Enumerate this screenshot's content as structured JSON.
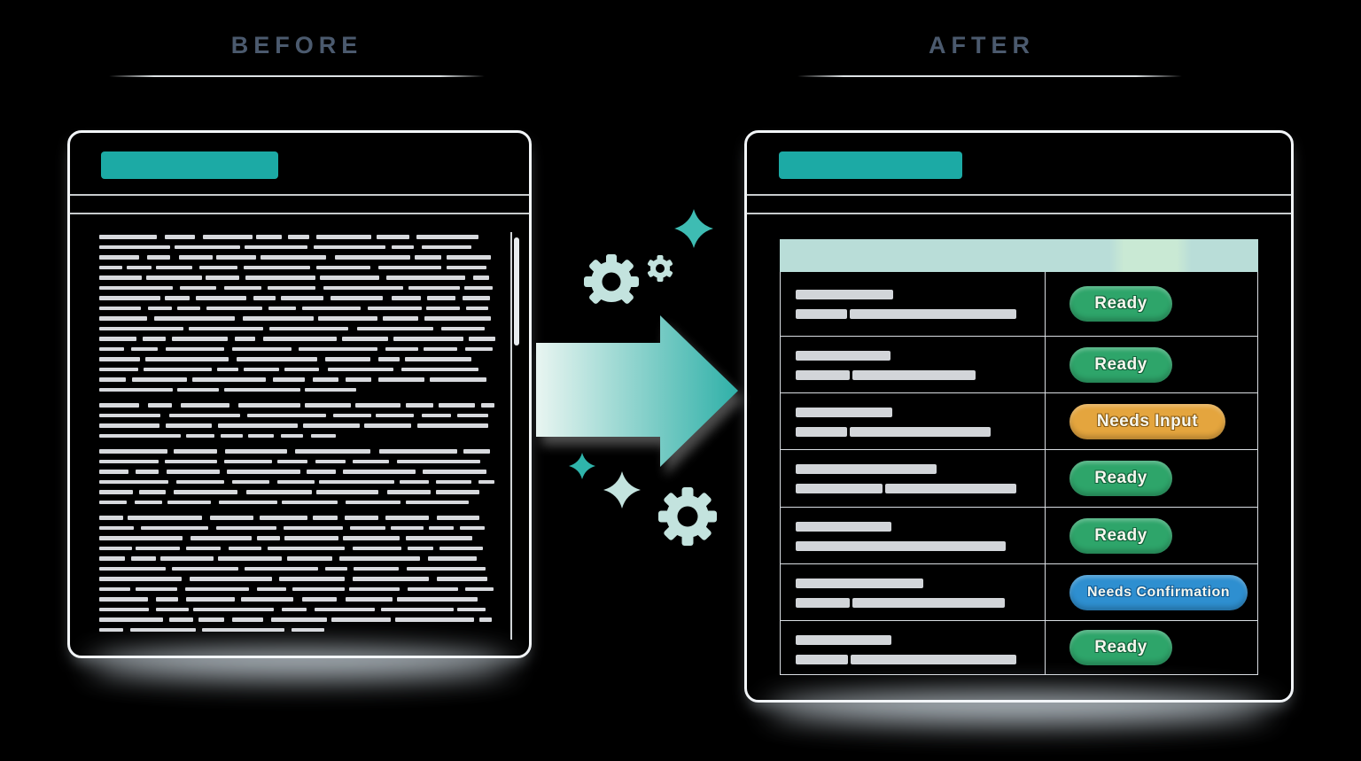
{
  "sections": {
    "before": {
      "title": "BEFORE"
    },
    "after": {
      "title": "AFTER"
    }
  },
  "colors": {
    "vars": {
      "heading": "#4b5a6e",
      "teal": "#1caaa5",
      "window_border": "#f2f5f8",
      "rule": "#eaeef1",
      "doc_gray": "#d7d9dd",
      "bar_gray": "#d2d5d9",
      "table_border": "#d9dde2",
      "header_teal": "#b9ddd8",
      "header_mint": "#c9e9d4",
      "arrow_from": "#e9f5f1",
      "arrow_to": "#2fb0a8",
      "deco_light": "#c3e3de",
      "deco_bright": "#3ebcb3"
    },
    "status": {
      "ready": {
        "fill": "#2ea56a",
        "outline": "#14623c"
      },
      "needs_input": {
        "fill": "#e4a53e",
        "outline": "#8a5c12"
      },
      "needs_confirmation": {
        "fill": "#2e8fd0",
        "outline": "#105a92"
      }
    }
  },
  "icons": {
    "gear": "gear-icon",
    "sparkle": "sparkle-icon",
    "arrow": "transform-arrow-icon"
  },
  "document": {
    "seed": 20240817,
    "paragraphs": [
      {
        "lines": 16,
        "last_width": 0.66
      },
      {
        "lines": 4,
        "last_width": 0.6
      },
      {
        "lines": 6,
        "last_width": 0.93
      },
      {
        "lines": 12,
        "last_width": 0.57
      }
    ]
  },
  "table": {
    "rows": [
      {
        "status": "Ready",
        "status_key": "ready",
        "height": 72,
        "title_w": 110,
        "meta": [
          58,
          188
        ],
        "badge_w": 116,
        "badge_font": 19
      },
      {
        "status": "Ready",
        "status_key": "ready",
        "height": 64,
        "title_w": 107,
        "meta": [
          61,
          139
        ],
        "badge_w": 116,
        "badge_font": 19
      },
      {
        "status": "Needs Input",
        "status_key": "needs_input",
        "height": 64,
        "title_w": 109,
        "meta": [
          58,
          159
        ],
        "badge_w": 176,
        "badge_font": 19
      },
      {
        "status": "Ready",
        "status_key": "ready",
        "height": 65,
        "title_w": 159,
        "meta": [
          98,
          148
        ],
        "badge_w": 116,
        "badge_font": 19
      },
      {
        "status": "Ready",
        "status_key": "ready",
        "height": 64,
        "title_w": 108,
        "meta": [
          237
        ],
        "badge_w": 116,
        "badge_font": 19
      },
      {
        "status": "Needs Confirmation",
        "status_key": "needs_confirmation",
        "height": 64,
        "title_w": 144,
        "meta": [
          61,
          172
        ],
        "badge_w": 201,
        "badge_font": 16
      },
      {
        "status": "Ready",
        "status_key": "ready",
        "height": 61,
        "title_w": 108,
        "meta": [
          59,
          187
        ],
        "badge_w": 116,
        "badge_font": 19
      }
    ]
  }
}
